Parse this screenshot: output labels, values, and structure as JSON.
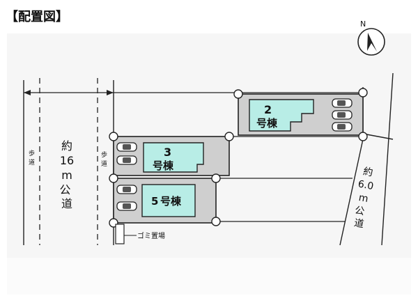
{
  "title": "【配置図】",
  "compass": {
    "label": "N",
    "icon": "north-arrow-icon"
  },
  "roads": {
    "main_road": {
      "lines": [
        "約",
        "16",
        "m",
        "公道"
      ]
    },
    "side_road": {
      "lines": [
        "約",
        "6.0",
        "m",
        "公道"
      ]
    },
    "sidewalk_label": "歩道"
  },
  "buildings": [
    {
      "number": "2",
      "suffix": "号棟"
    },
    {
      "number": "3",
      "suffix": "号棟"
    },
    {
      "number": "5",
      "suffix": "号棟"
    }
  ],
  "garbage_label": "ゴミ置場",
  "colors": {
    "building_fill": "#b8ede6",
    "lot_fill": "#cfcfcf",
    "line": "#222222",
    "paper": "#f7f7f7"
  }
}
